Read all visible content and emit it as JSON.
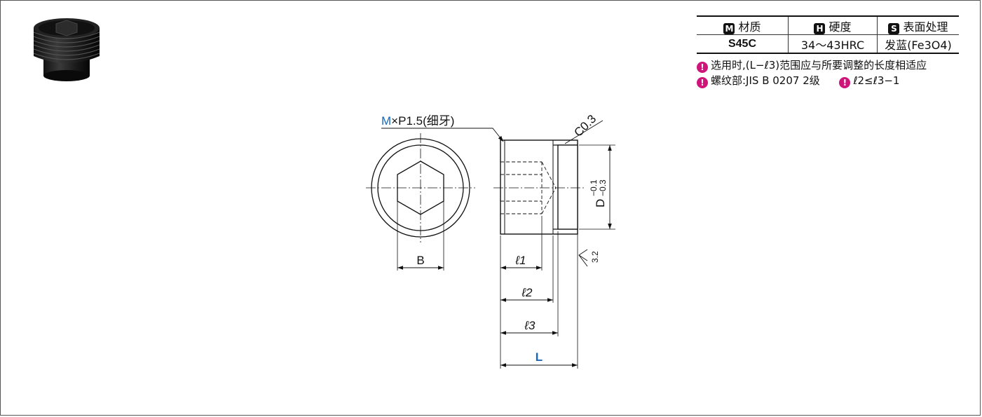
{
  "spec_table": {
    "headers": [
      {
        "tag": "M",
        "label": "材质"
      },
      {
        "tag": "H",
        "label": "硬度"
      },
      {
        "tag": "S",
        "label": "表面处理"
      }
    ],
    "values": [
      "S45C",
      "34～43HRC",
      "发蓝(Fe3O4)"
    ]
  },
  "notes": {
    "note1": "选用时,(L−ℓ3)范围应与所要调整的长度相适应",
    "note2": "螺纹部:JIS B 0207 2级",
    "note3": "ℓ2≤ℓ3−1"
  },
  "drawing": {
    "thread_label_m": "M",
    "thread_label_rest": "×P1.5(细牙)",
    "chamfer": "C0.3",
    "diameter_label": "D",
    "tol_upper": "−0.1",
    "tol_lower": "−0.3",
    "roughness": "3.2",
    "hex_label": "B",
    "dim_l1": "ℓ1",
    "dim_l2": "ℓ2",
    "dim_l3": "ℓ3",
    "dim_L": "L"
  },
  "colors": {
    "accent_blue": "#1a67b8",
    "note_magenta": "#d0157a"
  }
}
